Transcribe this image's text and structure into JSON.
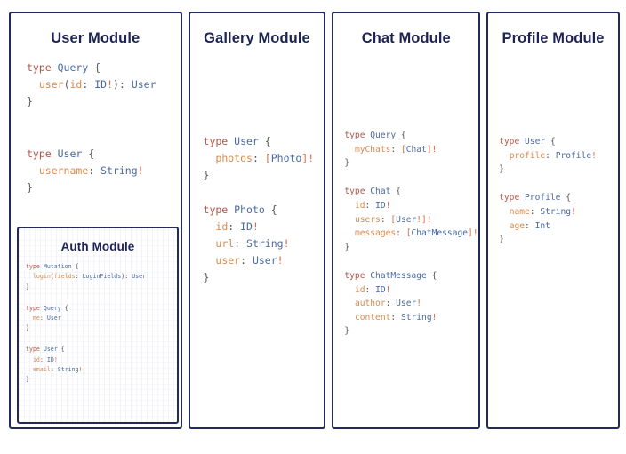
{
  "diagram": {
    "title_bar": "",
    "background_color": "#ffffff",
    "border_color": "#222a5c",
    "heading_color": "#1d2352",
    "syntax_colors": {
      "keyword": "#b4564a",
      "type": "#4a6aa5",
      "field": "#d98b4e",
      "punctuation": "#55555f",
      "non_null": "#e06a44"
    }
  },
  "modules": {
    "user": {
      "title": "User Module",
      "code_lines": [
        {
          "tokens": [
            {
              "t": "type ",
              "c": "kw"
            },
            {
              "t": "Query",
              "c": "ty"
            },
            {
              "t": " {",
              "c": "pun"
            }
          ]
        },
        {
          "tokens": [
            {
              "t": "  ",
              "c": "pun"
            },
            {
              "t": "user",
              "c": "fld"
            },
            {
              "t": "(",
              "c": "pun"
            },
            {
              "t": "id",
              "c": "fld"
            },
            {
              "t": ": ",
              "c": "pun"
            },
            {
              "t": "ID",
              "c": "ty"
            },
            {
              "t": "!",
              "c": "bang"
            },
            {
              "t": ")",
              "c": "pun"
            },
            {
              "t": ": ",
              "c": "pun"
            },
            {
              "t": "User",
              "c": "ty"
            }
          ]
        },
        {
          "tokens": [
            {
              "t": "}",
              "c": "pun"
            }
          ]
        },
        {
          "tokens": []
        },
        {
          "tokens": []
        },
        {
          "tokens": [
            {
              "t": "type ",
              "c": "kw"
            },
            {
              "t": "User",
              "c": "ty"
            },
            {
              "t": " {",
              "c": "pun"
            }
          ]
        },
        {
          "tokens": [
            {
              "t": "  ",
              "c": "pun"
            },
            {
              "t": "username",
              "c": "fld"
            },
            {
              "t": ": ",
              "c": "pun"
            },
            {
              "t": "String",
              "c": "ty"
            },
            {
              "t": "!",
              "c": "bang"
            }
          ]
        },
        {
          "tokens": [
            {
              "t": "}",
              "c": "pun"
            }
          ]
        }
      ]
    },
    "auth": {
      "title": "Auth Module",
      "code_lines": [
        {
          "tokens": [
            {
              "t": "type ",
              "c": "kw"
            },
            {
              "t": "Mutation",
              "c": "ty"
            },
            {
              "t": " {",
              "c": "pun"
            }
          ]
        },
        {
          "tokens": [
            {
              "t": "  ",
              "c": "pun"
            },
            {
              "t": "login",
              "c": "fld"
            },
            {
              "t": "(",
              "c": "pun"
            },
            {
              "t": "fields",
              "c": "fld"
            },
            {
              "t": ": ",
              "c": "pun"
            },
            {
              "t": "LoginFields",
              "c": "ty"
            },
            {
              "t": ")",
              "c": "pun"
            },
            {
              "t": ": ",
              "c": "pun"
            },
            {
              "t": "User",
              "c": "ty"
            }
          ]
        },
        {
          "tokens": [
            {
              "t": "}",
              "c": "pun"
            }
          ]
        },
        {
          "tokens": []
        },
        {
          "tokens": [
            {
              "t": "type ",
              "c": "kw"
            },
            {
              "t": "Query",
              "c": "ty"
            },
            {
              "t": " {",
              "c": "pun"
            }
          ]
        },
        {
          "tokens": [
            {
              "t": "  ",
              "c": "pun"
            },
            {
              "t": "me",
              "c": "fld"
            },
            {
              "t": ": ",
              "c": "pun"
            },
            {
              "t": "User",
              "c": "ty"
            }
          ]
        },
        {
          "tokens": [
            {
              "t": "}",
              "c": "pun"
            }
          ]
        },
        {
          "tokens": []
        },
        {
          "tokens": [
            {
              "t": "type ",
              "c": "kw"
            },
            {
              "t": "User",
              "c": "ty"
            },
            {
              "t": " {",
              "c": "pun"
            }
          ]
        },
        {
          "tokens": [
            {
              "t": "  ",
              "c": "pun"
            },
            {
              "t": "id",
              "c": "fld"
            },
            {
              "t": ": ",
              "c": "pun"
            },
            {
              "t": "ID",
              "c": "ty"
            },
            {
              "t": "!",
              "c": "bang"
            }
          ]
        },
        {
          "tokens": [
            {
              "t": "  ",
              "c": "pun"
            },
            {
              "t": "email",
              "c": "fld"
            },
            {
              "t": ": ",
              "c": "pun"
            },
            {
              "t": "String",
              "c": "ty"
            },
            {
              "t": "!",
              "c": "bang"
            }
          ]
        },
        {
          "tokens": [
            {
              "t": "}",
              "c": "pun"
            }
          ]
        }
      ]
    },
    "gallery": {
      "title": "Gallery Module",
      "code_lines": [
        {
          "tokens": [
            {
              "t": "type ",
              "c": "kw"
            },
            {
              "t": "User",
              "c": "ty"
            },
            {
              "t": " {",
              "c": "pun"
            }
          ]
        },
        {
          "tokens": [
            {
              "t": "  ",
              "c": "pun"
            },
            {
              "t": "photos",
              "c": "fld"
            },
            {
              "t": ": ",
              "c": "pun"
            },
            {
              "t": "[",
              "c": "bang"
            },
            {
              "t": "Photo",
              "c": "ty"
            },
            {
              "t": "]",
              "c": "bang"
            },
            {
              "t": "!",
              "c": "bang"
            }
          ]
        },
        {
          "tokens": [
            {
              "t": "}",
              "c": "pun"
            }
          ]
        },
        {
          "tokens": []
        },
        {
          "tokens": [
            {
              "t": "type ",
              "c": "kw"
            },
            {
              "t": "Photo",
              "c": "ty"
            },
            {
              "t": " {",
              "c": "pun"
            }
          ]
        },
        {
          "tokens": [
            {
              "t": "  ",
              "c": "pun"
            },
            {
              "t": "id",
              "c": "fld"
            },
            {
              "t": ": ",
              "c": "pun"
            },
            {
              "t": "ID",
              "c": "ty"
            },
            {
              "t": "!",
              "c": "bang"
            }
          ]
        },
        {
          "tokens": [
            {
              "t": "  ",
              "c": "pun"
            },
            {
              "t": "url",
              "c": "fld"
            },
            {
              "t": ": ",
              "c": "pun"
            },
            {
              "t": "String",
              "c": "ty"
            },
            {
              "t": "!",
              "c": "bang"
            }
          ]
        },
        {
          "tokens": [
            {
              "t": "  ",
              "c": "pun"
            },
            {
              "t": "user",
              "c": "fld"
            },
            {
              "t": ": ",
              "c": "pun"
            },
            {
              "t": "User",
              "c": "ty"
            },
            {
              "t": "!",
              "c": "bang"
            }
          ]
        },
        {
          "tokens": [
            {
              "t": "}",
              "c": "pun"
            }
          ]
        }
      ]
    },
    "chat": {
      "title": "Chat Module",
      "code_lines": [
        {
          "tokens": [
            {
              "t": "type ",
              "c": "kw"
            },
            {
              "t": "Query",
              "c": "ty"
            },
            {
              "t": " {",
              "c": "pun"
            }
          ]
        },
        {
          "tokens": [
            {
              "t": "  ",
              "c": "pun"
            },
            {
              "t": "myChats",
              "c": "fld"
            },
            {
              "t": ": ",
              "c": "pun"
            },
            {
              "t": "[",
              "c": "bang"
            },
            {
              "t": "Chat",
              "c": "ty"
            },
            {
              "t": "]",
              "c": "bang"
            },
            {
              "t": "!",
              "c": "bang"
            }
          ]
        },
        {
          "tokens": [
            {
              "t": "}",
              "c": "pun"
            }
          ]
        },
        {
          "tokens": []
        },
        {
          "tokens": [
            {
              "t": "type ",
              "c": "kw"
            },
            {
              "t": "Chat",
              "c": "ty"
            },
            {
              "t": " {",
              "c": "pun"
            }
          ]
        },
        {
          "tokens": [
            {
              "t": "  ",
              "c": "pun"
            },
            {
              "t": "id",
              "c": "fld"
            },
            {
              "t": ": ",
              "c": "pun"
            },
            {
              "t": "ID",
              "c": "ty"
            },
            {
              "t": "!",
              "c": "bang"
            }
          ]
        },
        {
          "tokens": [
            {
              "t": "  ",
              "c": "pun"
            },
            {
              "t": "users",
              "c": "fld"
            },
            {
              "t": ": ",
              "c": "pun"
            },
            {
              "t": "[",
              "c": "bang"
            },
            {
              "t": "User",
              "c": "ty"
            },
            {
              "t": "!]!",
              "c": "bang"
            }
          ]
        },
        {
          "tokens": [
            {
              "t": "  ",
              "c": "pun"
            },
            {
              "t": "messages",
              "c": "fld"
            },
            {
              "t": ": ",
              "c": "pun"
            },
            {
              "t": "[",
              "c": "bang"
            },
            {
              "t": "ChatMessage",
              "c": "ty"
            },
            {
              "t": "]",
              "c": "bang"
            },
            {
              "t": "!",
              "c": "bang"
            }
          ]
        },
        {
          "tokens": [
            {
              "t": "}",
              "c": "pun"
            }
          ]
        },
        {
          "tokens": []
        },
        {
          "tokens": [
            {
              "t": "type ",
              "c": "kw"
            },
            {
              "t": "ChatMessage",
              "c": "ty"
            },
            {
              "t": " {",
              "c": "pun"
            }
          ]
        },
        {
          "tokens": [
            {
              "t": "  ",
              "c": "pun"
            },
            {
              "t": "id",
              "c": "fld"
            },
            {
              "t": ": ",
              "c": "pun"
            },
            {
              "t": "ID",
              "c": "ty"
            },
            {
              "t": "!",
              "c": "bang"
            }
          ]
        },
        {
          "tokens": [
            {
              "t": "  ",
              "c": "pun"
            },
            {
              "t": "author",
              "c": "fld"
            },
            {
              "t": ": ",
              "c": "pun"
            },
            {
              "t": "User",
              "c": "ty"
            },
            {
              "t": "!",
              "c": "bang"
            }
          ]
        },
        {
          "tokens": [
            {
              "t": "  ",
              "c": "pun"
            },
            {
              "t": "content",
              "c": "fld"
            },
            {
              "t": ": ",
              "c": "pun"
            },
            {
              "t": "String",
              "c": "ty"
            },
            {
              "t": "!",
              "c": "bang"
            }
          ]
        },
        {
          "tokens": [
            {
              "t": "}",
              "c": "pun"
            }
          ]
        }
      ]
    },
    "profile": {
      "title": "Profile Module",
      "code_lines": [
        {
          "tokens": [
            {
              "t": "type ",
              "c": "kw"
            },
            {
              "t": "User",
              "c": "ty"
            },
            {
              "t": " {",
              "c": "pun"
            }
          ]
        },
        {
          "tokens": [
            {
              "t": "  ",
              "c": "pun"
            },
            {
              "t": "profile",
              "c": "fld"
            },
            {
              "t": ": ",
              "c": "pun"
            },
            {
              "t": "Profile",
              "c": "ty"
            },
            {
              "t": "!",
              "c": "bang"
            }
          ]
        },
        {
          "tokens": [
            {
              "t": "}",
              "c": "pun"
            }
          ]
        },
        {
          "tokens": []
        },
        {
          "tokens": [
            {
              "t": "type ",
              "c": "kw"
            },
            {
              "t": "Profile",
              "c": "ty"
            },
            {
              "t": " {",
              "c": "pun"
            }
          ]
        },
        {
          "tokens": [
            {
              "t": "  ",
              "c": "pun"
            },
            {
              "t": "name",
              "c": "fld"
            },
            {
              "t": ": ",
              "c": "pun"
            },
            {
              "t": "String",
              "c": "ty"
            },
            {
              "t": "!",
              "c": "bang"
            }
          ]
        },
        {
          "tokens": [
            {
              "t": "  ",
              "c": "pun"
            },
            {
              "t": "age",
              "c": "fld"
            },
            {
              "t": ": ",
              "c": "pun"
            },
            {
              "t": "Int",
              "c": "ty"
            }
          ]
        },
        {
          "tokens": [
            {
              "t": "}",
              "c": "pun"
            }
          ]
        }
      ]
    }
  }
}
